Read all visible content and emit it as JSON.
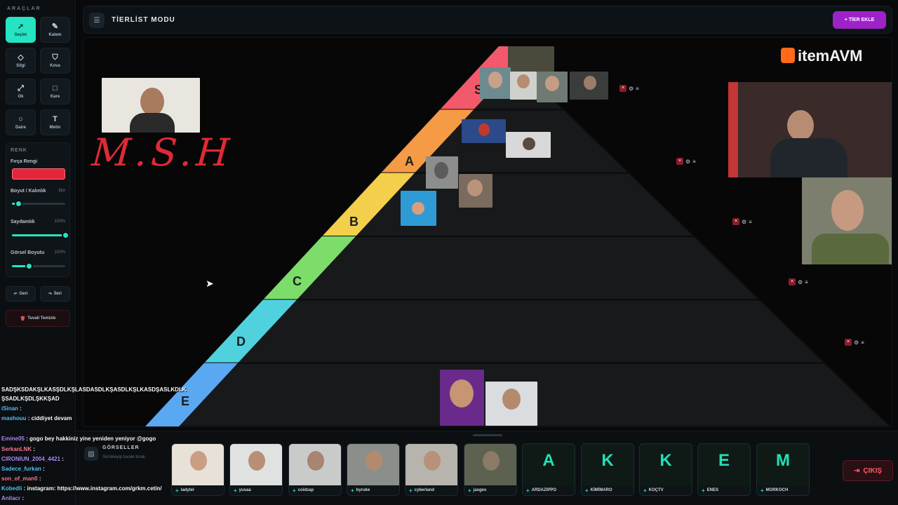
{
  "sidebar": {
    "title": "ARAÇLAR",
    "tools": [
      {
        "label": "Seçim",
        "icon": "cursor-icon"
      },
      {
        "label": "Kalem",
        "icon": "pencil-icon"
      },
      {
        "label": "Silgi",
        "icon": "eraser-icon"
      },
      {
        "label": "Kova",
        "icon": "bucket-icon"
      },
      {
        "label": "Ok",
        "icon": "arrow-icon"
      },
      {
        "label": "Kare",
        "icon": "square-icon"
      },
      {
        "label": "Daire",
        "icon": "circle-icon"
      },
      {
        "label": "Metin",
        "icon": "text-icon"
      }
    ],
    "renk_title": "RENK",
    "brush_color_label": "Fırça Rengi",
    "brush_color": "#e3263b",
    "size_label": "Boyut / Kalınlık",
    "size_value": "8px",
    "size_fraction": 0.12,
    "opacity_label": "Saydamlık",
    "opacity_value": "100%",
    "opacity_fraction": 1.0,
    "image_size_label": "Görsel Boyutu",
    "image_size_value": "100%",
    "image_size_fraction": 0.32,
    "back_label": "Geri",
    "forward_label": "İleri",
    "clear_label": "Tuvali Temizle"
  },
  "header": {
    "title": "TİERLİST MODU",
    "add_tier_label": "TİER EKLE"
  },
  "tiers": [
    "S",
    "A",
    "B",
    "C",
    "D",
    "E"
  ],
  "tier_colors": [
    "#f25a6b",
    "#f59a45",
    "#f4cf4c",
    "#7ddd6b",
    "#4fd2de",
    "#5aa8f2"
  ],
  "canvas_text": {
    "msh": "M.S.H",
    "logo": "itemAVM"
  },
  "gallery": {
    "title": "GÖRSELLER",
    "subtitle": "Sürükleyip tuvale bırak.",
    "items": [
      {
        "label": "ladytel",
        "kind": "photo"
      },
      {
        "label": "yusaa",
        "kind": "photo"
      },
      {
        "label": "coidzap",
        "kind": "photo"
      },
      {
        "label": "byruke",
        "kind": "photo"
      },
      {
        "label": "cyberland",
        "kind": "photo"
      },
      {
        "label": "jasges",
        "kind": "photo"
      },
      {
        "label": "ARDAZIPPO",
        "letter": "A",
        "kind": "letter"
      },
      {
        "label": "KİMİMARO",
        "letter": "K",
        "kind": "letter"
      },
      {
        "label": "KOÇTV",
        "letter": "K",
        "kind": "letter"
      },
      {
        "label": "ENES",
        "letter": "E",
        "kind": "letter"
      },
      {
        "label": "MORKOCH",
        "letter": "M",
        "kind": "letter"
      }
    ]
  },
  "exit_label": "ÇIKIŞ",
  "chat": [
    {
      "text": "SADŞKSDAKŞLKASŞDLKŞLASDASDLKŞASDLKŞLKASDŞASLKDLK"
    },
    {
      "text": "ŞSADLKŞDLŞKKŞAD"
    },
    {
      "user": "iSinan",
      "text": ":"
    },
    {
      "user": "mashouu",
      "text": ": ciddiyet devam"
    },
    {
      "user": "Emine05",
      "text": ": gogo bey hakkiniz yine yeniden yeniyor @gogo"
    },
    {
      "user": "SerkanLNK",
      "text": ":"
    },
    {
      "user": "CIRONIUN_2004_4421",
      "text": ":"
    },
    {
      "user": "Sadece_furkan",
      "text": ":"
    },
    {
      "user": "son_of_man0",
      "text": ":"
    },
    {
      "user": "Kobedli",
      "text": ": instagram: https://www.instagram.com/grkm.cetin/"
    },
    {
      "user": "Anilacr",
      "text": ":"
    }
  ]
}
